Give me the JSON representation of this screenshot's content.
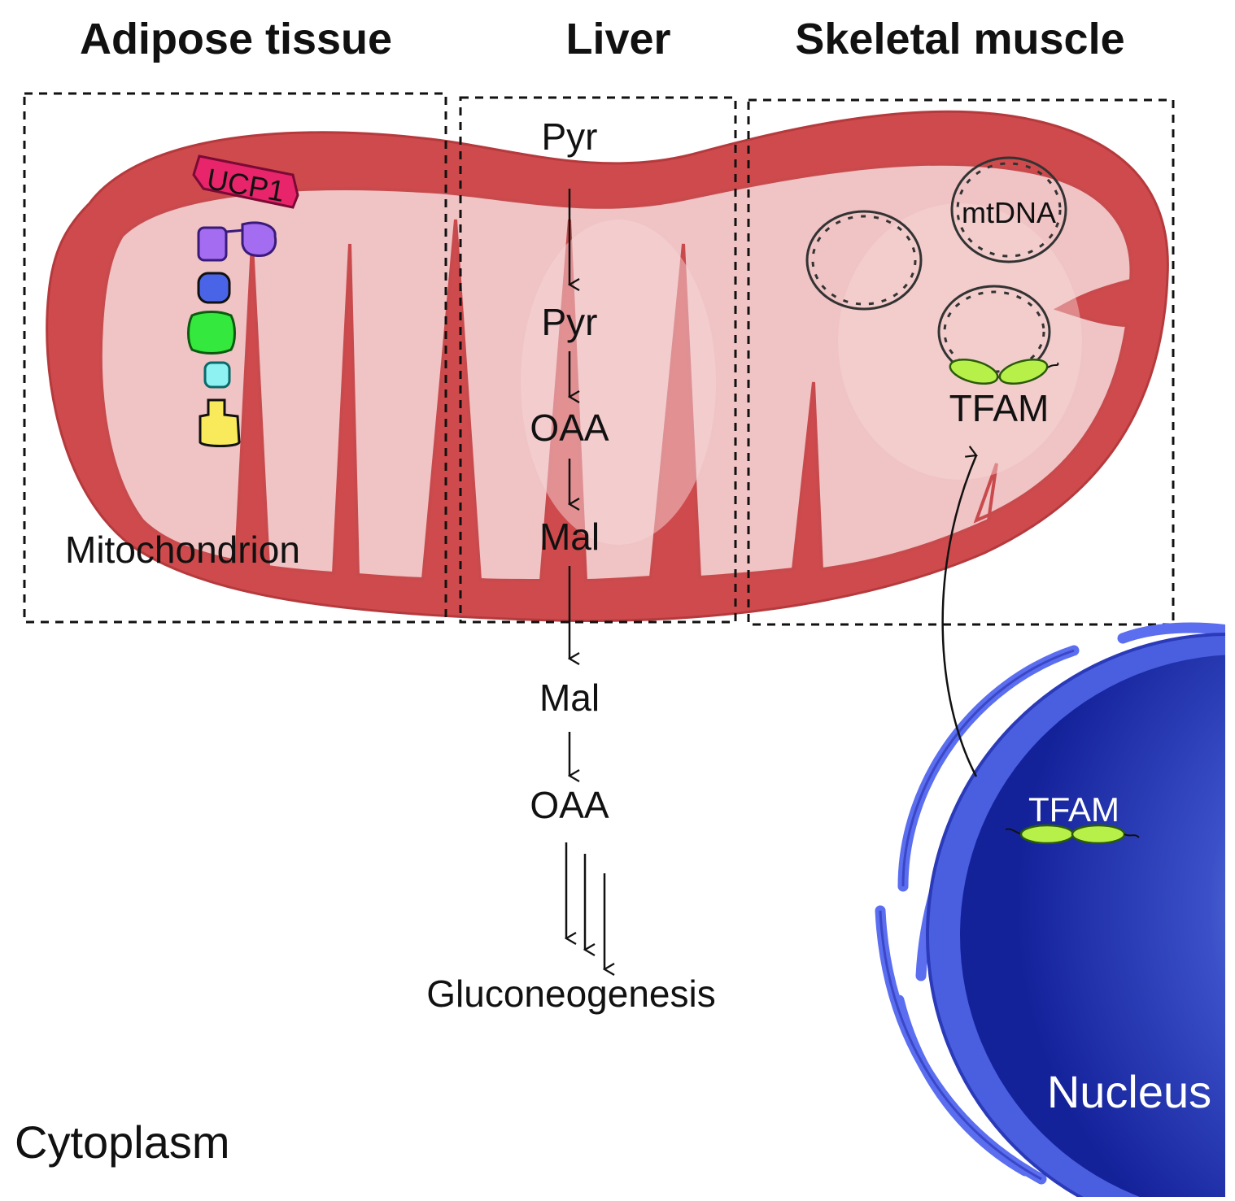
{
  "headers": {
    "adipose": "Adipose tissue",
    "liver": "Liver",
    "muscle": "Skeletal muscle"
  },
  "mito_label": "Mitochondrion",
  "cytoplasm_label": "Cytoplasm",
  "nucleus_label": "Nucleus",
  "proteins": {
    "ucp1": "UCP1",
    "mtdna": "mtDNA",
    "tfam_mito": "TFAM",
    "tfam_nucleus": "TFAM"
  },
  "pathway": {
    "pyr1": "Pyr",
    "pyr2": "Pyr",
    "oaa1": "OAA",
    "mal1": "Mal",
    "mal2": "Mal",
    "oaa2": "OAA",
    "end": "Gluconeogenesis"
  },
  "colors": {
    "mito_outer": "#cf4a4c",
    "mito_inner": "#f0c3c4",
    "ucp1": "#e8246a",
    "complex_purple": "#a46cf0",
    "complex_blue": "#4a64e8",
    "complex_green": "#35e83d",
    "complex_cyan": "#8ff2f2",
    "complex_yellow": "#f8ea5a",
    "tfam": "#b8f04a",
    "nucleus_dark": "#1a2aa8",
    "nucleus_light": "#a8c6f4",
    "er": "#5b6ef0"
  }
}
